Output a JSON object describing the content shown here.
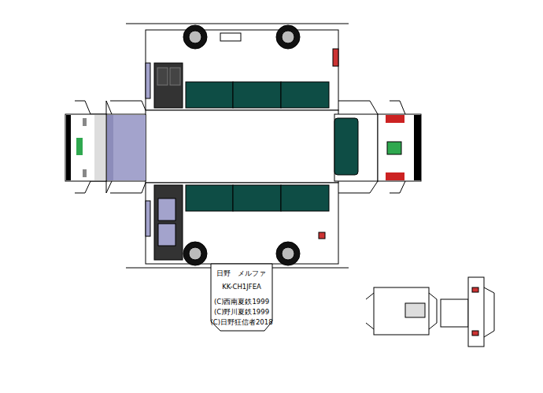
{
  "diagram": {
    "nodes": [
      {
        "text": [
          "日野　メルファ",
          "KK-CH1JFEA",
          "(C)西南夏鉄1999",
          "(C)野川夏鉄1999",
          "(C)日野狂信者2018"
        ]
      }
    ]
  }
}
